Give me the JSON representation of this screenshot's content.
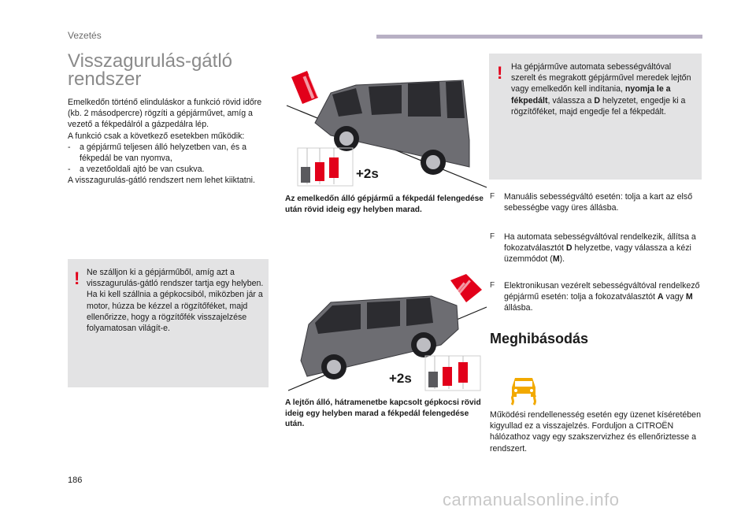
{
  "header": {
    "section": "Vezetés",
    "accent_color": "#b8b0c4"
  },
  "title": {
    "line1": "Visszagurulás-gátló",
    "line2": "rendszer"
  },
  "intro": {
    "p1": "Emelkedőn történő elinduláskor a funkció rövid időre (kb. 2 másodpercre) rögzíti a gépjárművet, amíg a vezető a fékpedálról a gázpedálra lép.",
    "p2": "A funkció csak a következő esetekben működik:",
    "items": [
      {
        "marker": "-",
        "text": "a gépjármű teljesen álló helyzetben van, és a fékpedál be van nyomva,"
      },
      {
        "marker": "-",
        "text": "a vezetőoldali ajtó be van csukva."
      }
    ],
    "p3": "A visszagurulás-gátló rendszert nem lehet kiiktatni."
  },
  "warning_left": {
    "mark": "!",
    "p1": "Ne szálljon ki a gépjárműből, amíg azt a visszagurulás-gátló rendszer tartja egy helyben.",
    "p2": "Ha ki kell szállnia a gépkocsiból, miközben jár a motor, húzza be kézzel a rögzítőféket, majd ellenőrizze, hogy a rögzítőfék visszajelzése folyamatosan világít-e."
  },
  "figures": {
    "top_badge": "+2s",
    "top_caption": "Az emelkedőn álló gépjármű a fékpedál felengedése után rövid ideig egy helyben marad.",
    "bottom_badge": "+2s",
    "bottom_caption": "A lejtőn álló, hátramenetbe kapcsolt gépkocsi rövid ideig egy helyben marad a fékpedál felengedése után."
  },
  "warning_right": {
    "mark": "!",
    "t1": "Ha gépjárműve automata sebességváltóval szerelt és megrakott gépjárművel meredek lejtőn vagy emelkedőn kell indítania, ",
    "b1": "nyomja le a fékpedált",
    "t2": ", válassza a ",
    "b2": "D",
    "t3": " helyzetet, engedje ki a rögzítőféket, majd engedje fel a fékpedált."
  },
  "bullets": {
    "marker": "F",
    "b1": "Manuális sebességváltó esetén: tolja a kart az első sebességbe vagy üres állásba.",
    "b2_t1": "Ha automata sebességváltóval rendelkezik, állítsa a fokozatválasztót ",
    "b2_b1": "D",
    "b2_t2": " helyzetbe, vagy válassza a kézi üzemmódot (",
    "b2_b2": "M",
    "b2_t3": ").",
    "b3_t1": "Elektronikusan vezérelt sebességváltóval rendelkező gépjármű esetén: tolja a fokozatválasztót ",
    "b3_b1": "A",
    "b3_t2": " vagy ",
    "b3_b2": "M",
    "b3_t3": " állásba."
  },
  "fault": {
    "title": "Meghibásodás",
    "icon": "car-skid-warning-icon",
    "icon_color": "#f2a900",
    "text": "Működési rendellenesség esetén egy üzenet kíséretében kigyullad ez a visszajelzés. Forduljon a CITROËN hálózathoz vagy egy szakszervizhez és ellenőriztesse a rendszert."
  },
  "footer": {
    "page_number": "186",
    "watermark": "carmanualsonline.info"
  },
  "colors": {
    "warning_red": "#e2001a",
    "box_grey": "#e3e3e4",
    "arrow_red": "#e2001a"
  }
}
